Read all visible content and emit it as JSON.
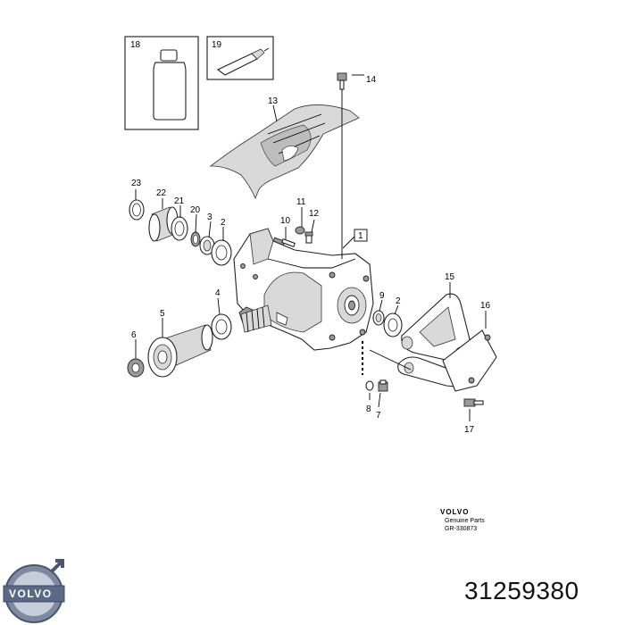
{
  "callouts": [
    {
      "id": "c18",
      "label": "18"
    },
    {
      "id": "c19",
      "label": "19"
    },
    {
      "id": "c14",
      "label": "14"
    },
    {
      "id": "c13",
      "label": "13"
    },
    {
      "id": "c23",
      "label": "23"
    },
    {
      "id": "c22",
      "label": "22"
    },
    {
      "id": "c21",
      "label": "21"
    },
    {
      "id": "c20",
      "label": "20"
    },
    {
      "id": "c3",
      "label": "3"
    },
    {
      "id": "c2a",
      "label": "2"
    },
    {
      "id": "c10",
      "label": "10"
    },
    {
      "id": "c11",
      "label": "11"
    },
    {
      "id": "c12",
      "label": "12"
    },
    {
      "id": "c1",
      "label": "1"
    },
    {
      "id": "c4",
      "label": "4"
    },
    {
      "id": "c5",
      "label": "5"
    },
    {
      "id": "c6",
      "label": "6"
    },
    {
      "id": "c9",
      "label": "9"
    },
    {
      "id": "c2b",
      "label": "2"
    },
    {
      "id": "c15",
      "label": "15"
    },
    {
      "id": "c16",
      "label": "16"
    },
    {
      "id": "c8",
      "label": "8"
    },
    {
      "id": "c7",
      "label": "7"
    },
    {
      "id": "c17",
      "label": "17"
    }
  ],
  "tag": {
    "brand": "VOLVO",
    "line1": "Genuine Parts",
    "line2": "GR-330873"
  },
  "logo": {
    "text": "VOLVO",
    "color": "#5a6a86"
  },
  "part_number": "31259380"
}
